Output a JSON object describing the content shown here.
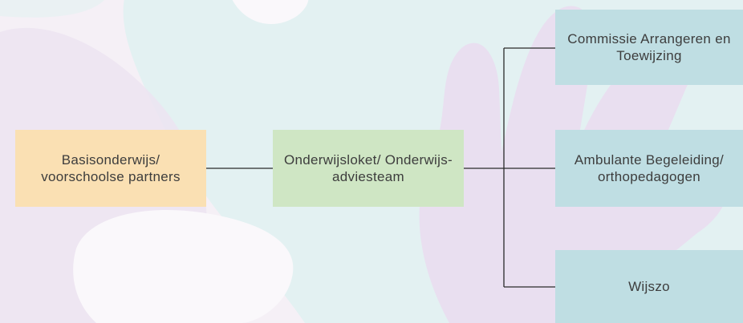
{
  "diagram": {
    "nodes": {
      "basis": "Basisonderwijs/ voorschoolse partners",
      "loket": "Onderwijsloket/ Onderwijs- adviesteam",
      "cat": "Commissie Arrangeren en Toewijzing",
      "amb": "Ambulante Begeleiding/ orthopedagogen",
      "wijs": "Wijszo"
    },
    "edges": [
      [
        "basis",
        "loket"
      ],
      [
        "loket",
        "cat"
      ],
      [
        "loket",
        "amb"
      ],
      [
        "loket",
        "wijs"
      ]
    ],
    "colors": {
      "background": "#f5f0f6",
      "teal_shape": "#e3f1f2",
      "lilac_shape": "#e9dff0",
      "white_shape": "#faf8fb",
      "basis_fill": "#fae0b3",
      "loket_fill": "#cfe6c4",
      "right_fill": "#bfdee3",
      "line": "#2a2a2a"
    }
  }
}
